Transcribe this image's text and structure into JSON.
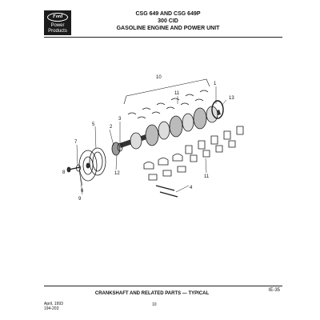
{
  "logo": {
    "brand": "Ford",
    "line1": "Power",
    "line2": "Products"
  },
  "header": {
    "line1": "CSG 649 AND CSG 649P",
    "line2": "300 CID",
    "line3": "GASOLINE ENGINE AND POWER UNIT"
  },
  "callouts": {
    "c1": "1",
    "c2": "2",
    "c3": "3",
    "c4": "4",
    "c5": "5",
    "c6": "6",
    "c7": "7",
    "c8": "8",
    "c9": "9",
    "c10": "10",
    "c11a": "11",
    "c11b": "11",
    "c12": "12",
    "c13": "13"
  },
  "footer": {
    "title": "CRANKSHAFT AND RELATED PARTS — TYPICAL",
    "page_code": "IE-35",
    "date_line1": "April, 1993",
    "date_line2": "194-203",
    "page_number": "10"
  }
}
